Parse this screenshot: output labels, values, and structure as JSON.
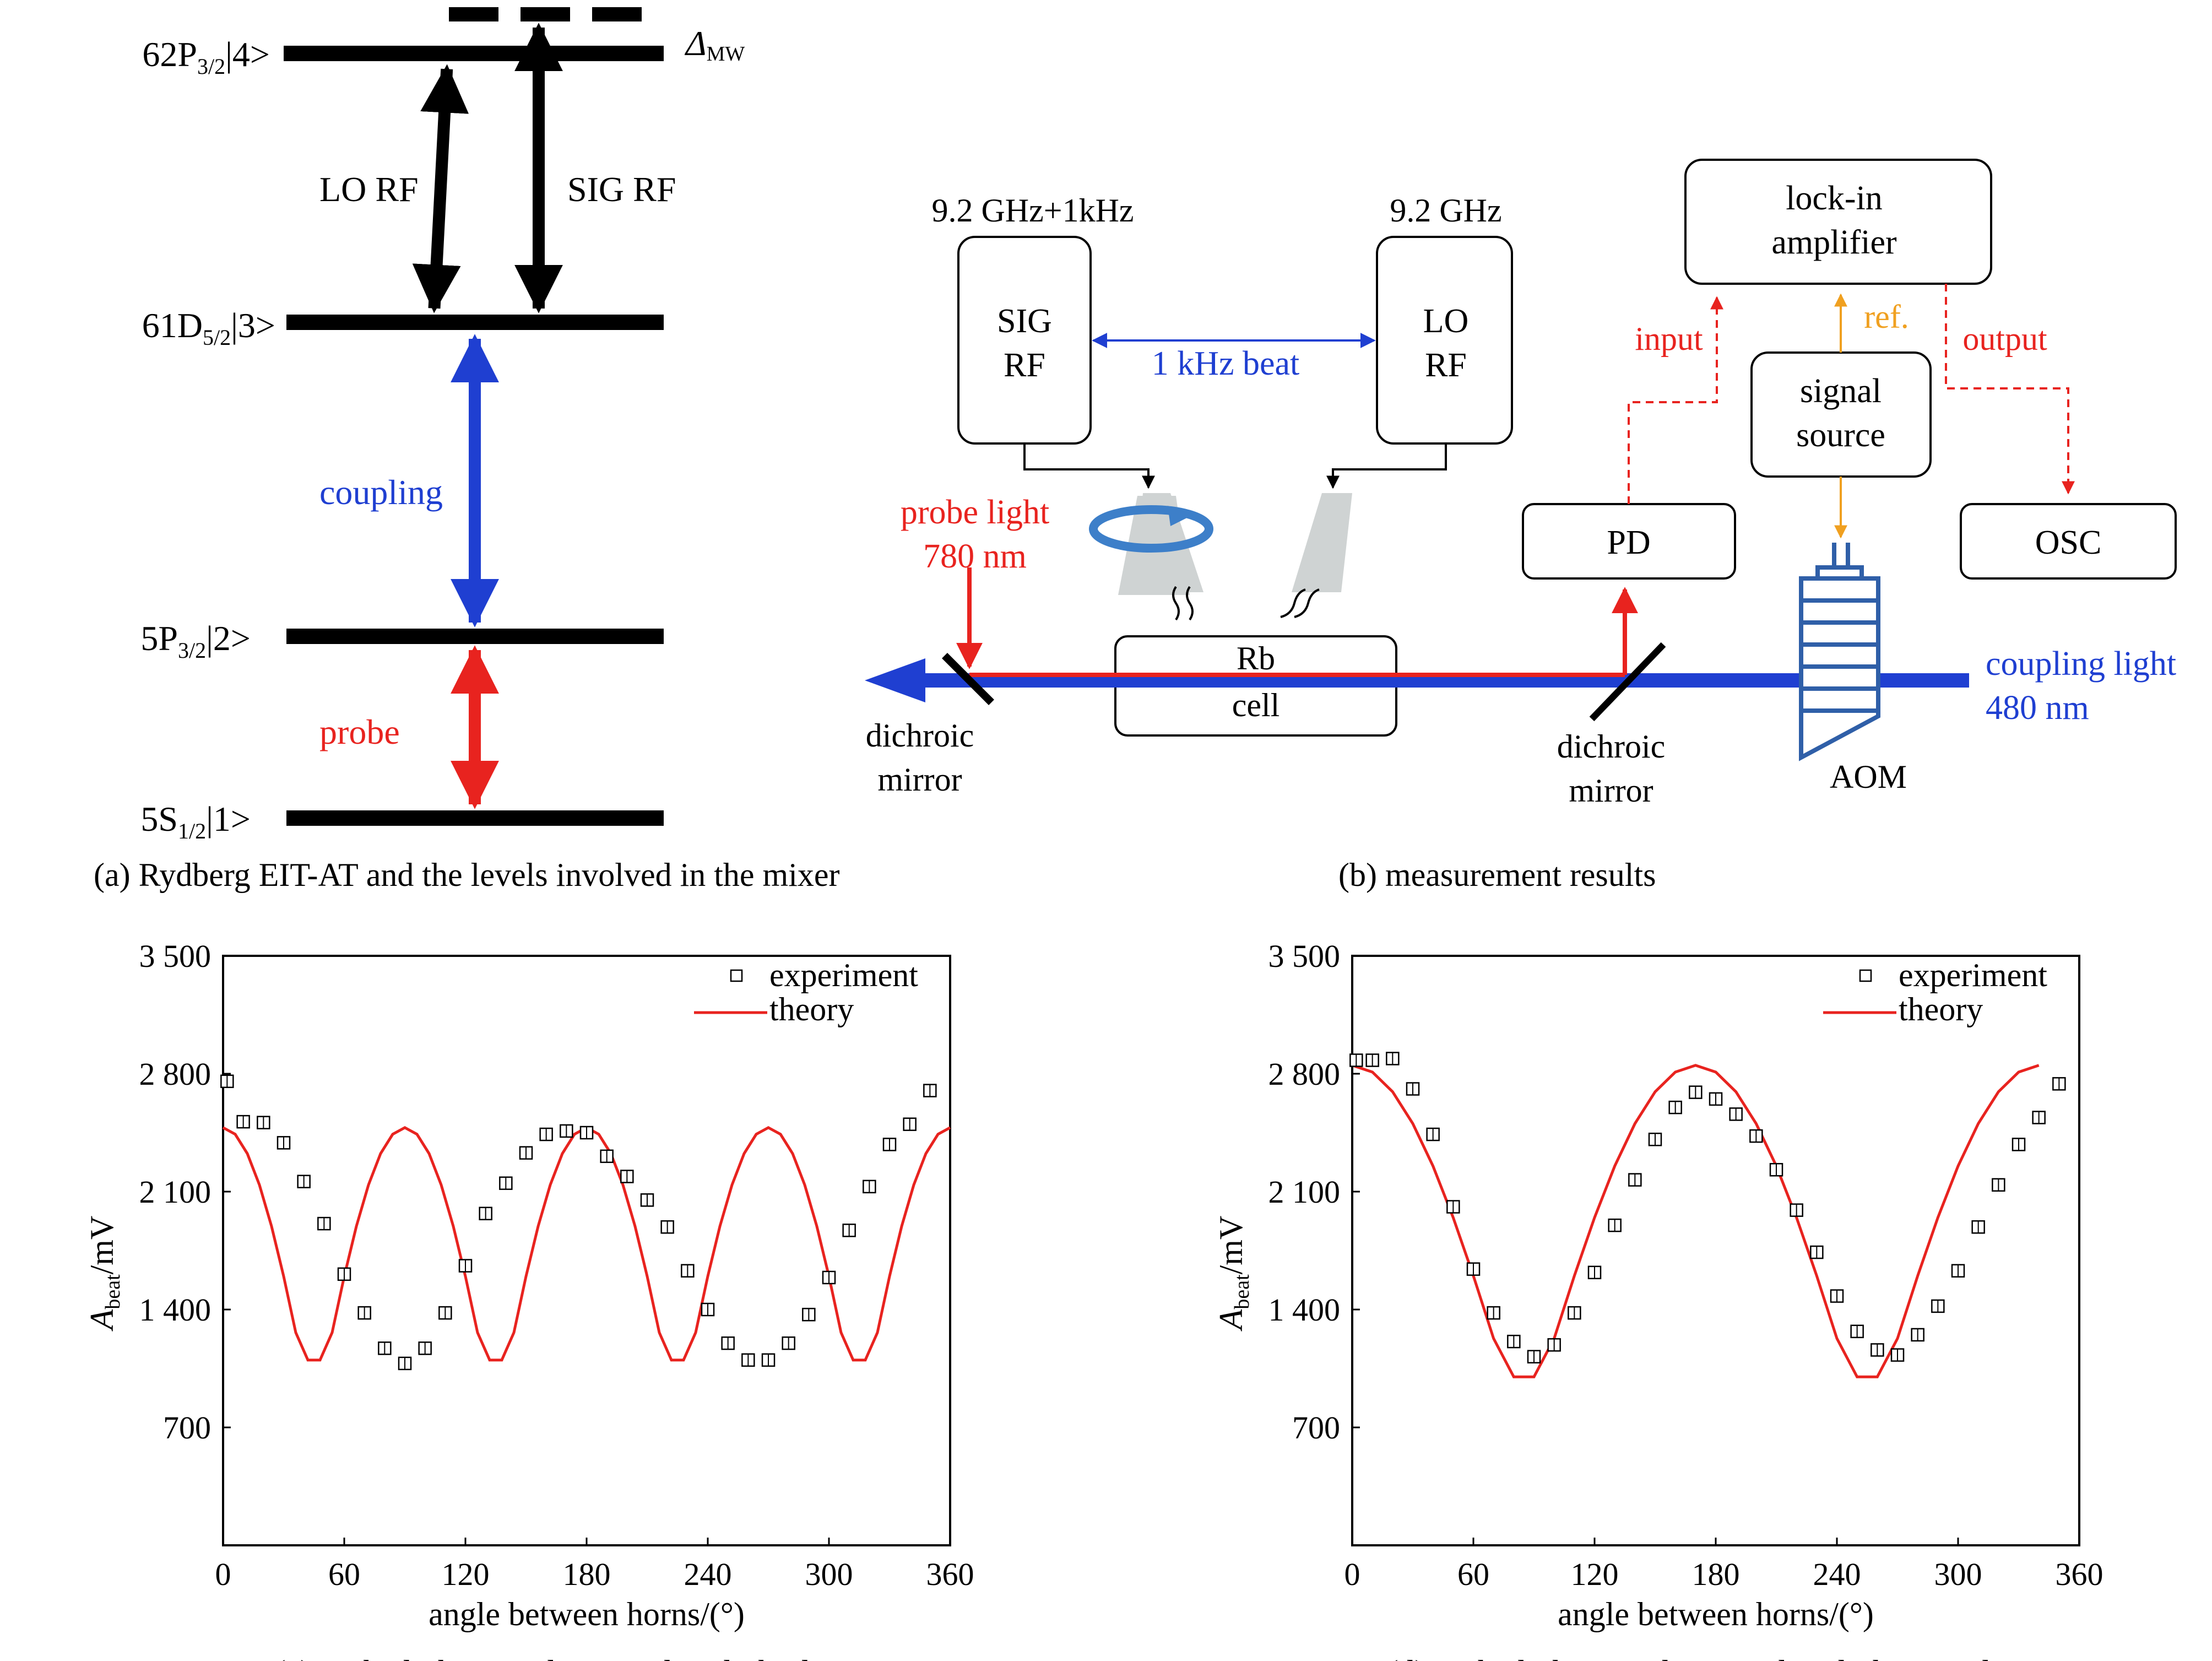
{
  "level_diagram": {
    "levels": [
      {
        "name": "62P",
        "sub": "3/2",
        "ket": "|4>"
      },
      {
        "name": "61D",
        "sub": "5/2",
        "ket": "|3>"
      },
      {
        "name": "5P",
        "sub": "3/2",
        "ket": "|2>"
      },
      {
        "name": "5S",
        "sub": "1/2",
        "ket": "|1>"
      }
    ],
    "delta": "Δ",
    "delta_sub": "MW",
    "lo_rf": "LO RF",
    "sig_rf": "SIG RF",
    "coupling": "coupling",
    "probe": "probe",
    "caption": "(a) Rydberg EIT-AT and the levels involved in the mixer"
  },
  "setup": {
    "sig_freq": "9.2 GHz+1kHz",
    "lo_freq": "9.2 GHz",
    "sig_box_1": "SIG",
    "sig_box_2": "RF",
    "lo_box_1": "LO",
    "lo_box_2": "RF",
    "beat": "1 kHz beat",
    "probe_light_1": "probe light",
    "probe_light_2": "780 nm",
    "rb_1": "Rb",
    "rb_2": "cell",
    "dichroic_1": "dichroic",
    "dichroic_2": "mirror",
    "pd": "PD",
    "lockin_1": "lock-in",
    "lockin_2": "amplifier",
    "input": "input",
    "ref": "ref.",
    "output": "output",
    "signal_1": "signal",
    "signal_2": "source",
    "osc": "OSC",
    "aom": "AOM",
    "coupling_light_1": "coupling light",
    "coupling_light_2": "480 nm",
    "caption": "(b)  measurement results",
    "colors": {
      "red": "#e8231f",
      "blue": "#1f3fd1",
      "orange": "#f0a020",
      "aom": "#2f5fa8",
      "horn": "#cfd3d3"
    }
  },
  "charts": {
    "chart_data": [
      {
        "type": "scatter",
        "x": [
          0,
          10,
          20,
          30,
          40,
          50,
          60,
          70,
          80,
          90,
          100,
          110,
          120,
          130,
          140,
          150,
          160,
          170,
          180,
          190,
          200,
          210,
          220,
          230,
          240,
          250,
          260,
          270,
          280,
          290,
          300,
          310,
          320,
          330,
          340,
          350
        ],
        "series": [
          {
            "name": "experiment",
            "values": [
              2755,
              2515,
              2510,
              2390,
              2160,
              1910,
              1610,
              1380,
              1170,
              1080,
              1170,
              1380,
              1660,
              1970,
              2150,
              2330,
              2440,
              2460,
              2450,
              2310,
              2190,
              2050,
              1890,
              1630,
              1400,
              1200,
              1100,
              1100,
              1200,
              1370,
              1590,
              1870,
              2130,
              2380,
              2500,
              2700
            ]
          },
          {
            "name": "theory",
            "values": [
              2480,
              2441,
              2326,
              2140,
              1894,
              1597,
              1263,
              1100,
              1100,
              1263,
              1597,
              1894,
              2140,
              2326,
              2441,
              2480,
              2441,
              2326,
              2140,
              1894,
              1597,
              1263,
              1100,
              1100,
              1263,
              1597,
              1894,
              2140,
              2326,
              2441,
              2480
            ]
          }
        ],
        "theory_x": [
          0,
          6,
          12,
          18,
          24,
          30,
          36,
          42,
          48,
          54,
          60,
          66,
          72,
          78,
          84,
          90,
          96,
          102,
          108,
          114,
          120,
          126,
          132,
          138,
          144,
          150,
          156,
          162,
          168,
          174,
          180
        ],
        "xlabel": "angle between horns/(°)",
        "ylabel_main": "A",
        "ylabel_sub": "beat",
        "ylabel_unit": "/mV",
        "xticks": [
          "0",
          "60",
          "120",
          "180",
          "240",
          "300",
          "360"
        ],
        "yticks": [
          "700",
          "1 400",
          "2 100",
          "2 800",
          "3 500"
        ],
        "xlim": [
          0,
          360
        ],
        "ylim": [
          0,
          3500
        ],
        "legend": [
          "experiment",
          "theory"
        ],
        "caption": "(c) probe light: circular; coupling light: linear"
      },
      {
        "type": "scatter",
        "x": [
          0,
          10,
          20,
          30,
          40,
          50,
          60,
          70,
          80,
          90,
          100,
          110,
          120,
          130,
          140,
          150,
          160,
          170,
          180,
          190,
          200,
          210,
          220,
          230,
          240,
          250,
          260,
          270,
          280,
          290,
          300,
          310,
          320,
          330,
          340,
          350
        ],
        "series": [
          {
            "name": "experiment",
            "values": [
              2880,
              2880,
              2890,
              2710,
              2440,
              2010,
              1640,
              1380,
              1210,
              1120,
              1190,
              1380,
              1620,
              1900,
              2170,
              2410,
              2600,
              2690,
              2650,
              2560,
              2430,
              2230,
              1990,
              1740,
              1480,
              1270,
              1160,
              1130,
              1250,
              1420,
              1630,
              1890,
              2140,
              2380,
              2540,
              2740
            ]
          },
          {
            "name": "theory",
            "values": [
              2850,
              2810,
              2693,
              2504,
              2252,
              1946,
              1600,
              1228,
              1000,
              1000,
              1228,
              1600,
              1946,
              2252,
              2504,
              2693,
              2810,
              2850,
              2810,
              2693,
              2504,
              2252,
              1946,
              1600,
              1228,
              1000,
              1000,
              1228,
              1600,
              1946,
              2252,
              2504,
              2693,
              2810,
              2850
            ]
          }
        ],
        "theory_x": [
          0,
          10,
          20,
          30,
          40,
          50,
          60,
          70,
          80,
          90,
          100,
          110,
          120,
          130,
          140,
          150,
          160,
          170,
          180,
          190,
          200,
          210,
          220,
          230,
          240,
          250,
          260,
          270,
          280,
          290,
          300,
          310,
          320,
          330,
          340,
          350,
          360
        ],
        "xlabel": "angle between horns/(°)",
        "ylabel_main": "A",
        "ylabel_sub": "beat",
        "ylabel_unit": "/mV",
        "xticks": [
          "0",
          "60",
          "120",
          "180",
          "240",
          "300",
          "360"
        ],
        "yticks": [
          "700",
          "1 400",
          "2 100",
          "2 800",
          "3 500"
        ],
        "xlim": [
          0,
          360
        ],
        "ylim": [
          0,
          3500
        ],
        "legend": [
          "experiment",
          "theory"
        ],
        "caption": "(d) probe light: circular; coupling light: circulan"
      }
    ]
  }
}
